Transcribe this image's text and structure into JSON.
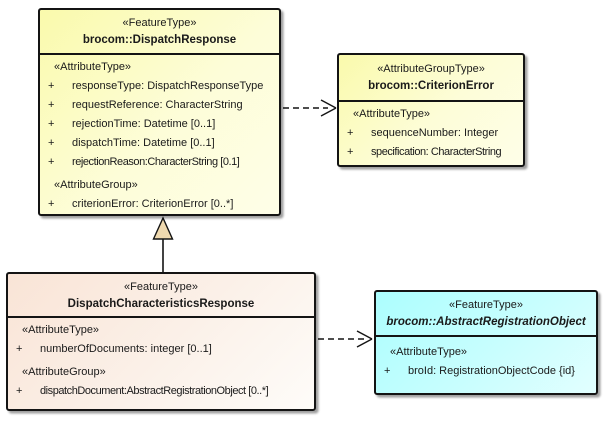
{
  "boxes": {
    "dispatch_response": {
      "stereotype": "«FeatureType»",
      "name": "brocom::DispatchResponse",
      "sections": [
        {
          "label": "«AttributeType»",
          "rows": [
            {
              "vis": "+",
              "text": "responseType: DispatchResponseType"
            },
            {
              "vis": "+",
              "text": "requestReference: CharacterString"
            },
            {
              "vis": "+",
              "text": "rejectionTime: Datetime [0..1]"
            },
            {
              "vis": "+",
              "text": "dispatchTime: Datetime [0..1]"
            },
            {
              "vis": "+",
              "text": "rejectionReason:CharacterString [0.1]"
            }
          ]
        },
        {
          "label": "«AttributeGroup»",
          "rows": [
            {
              "vis": "+",
              "text": "criterionError: CriterionError [0..*]"
            }
          ]
        }
      ]
    },
    "criterion_error": {
      "stereotype": "«AttributeGroupType»",
      "name": "brocom::CriterionError",
      "sections": [
        {
          "label": "«AttributeType»",
          "rows": [
            {
              "vis": "+",
              "text": "sequenceNumber: Integer"
            },
            {
              "vis": "+",
              "text": "specification: CharacterString"
            }
          ]
        }
      ]
    },
    "dispatch_characteristics_response": {
      "stereotype": "«FeatureType»",
      "name": "DispatchCharacteristicsResponse",
      "sections": [
        {
          "label": "«AttributeType»",
          "rows": [
            {
              "vis": "+",
              "text": "numberOfDocuments: integer [0..1]"
            }
          ]
        },
        {
          "label": "«AttributeGroup»",
          "rows": [
            {
              "vis": "+",
              "text": "dispatchDocument:AbstractRegistrationObject [0..*]"
            }
          ]
        }
      ]
    },
    "abstract_registration_object": {
      "stereotype": "«FeatureType»",
      "name": "brocom::AbstractRegistrationObject",
      "sections": [
        {
          "label": "«AttributeType»",
          "rows": [
            {
              "vis": "+",
              "text": "broId: RegistrationObjectCode {id}"
            }
          ]
        }
      ]
    }
  },
  "connectors": [
    {
      "type": "dependency",
      "from": "brocom::DispatchResponse",
      "to": "brocom::CriterionError",
      "line": "dashed",
      "arrowhead": "open"
    },
    {
      "type": "generalization",
      "from": "DispatchCharacteristicsResponse",
      "to": "brocom::DispatchResponse",
      "line": "solid",
      "arrowhead": "triangle"
    },
    {
      "type": "dependency",
      "from": "DispatchCharacteristicsResponse",
      "to": "brocom::AbstractRegistrationObject",
      "line": "dashed",
      "arrowhead": "open"
    }
  ],
  "colors": {
    "yellow_fill": "#FAFAAC",
    "peach_fill": "#F9E4D6",
    "cyan_fill": "#ACFEFE",
    "border": "#141414",
    "generalization_triangle_fill": "#EFD9AF",
    "background": "#FFFFFF"
  }
}
